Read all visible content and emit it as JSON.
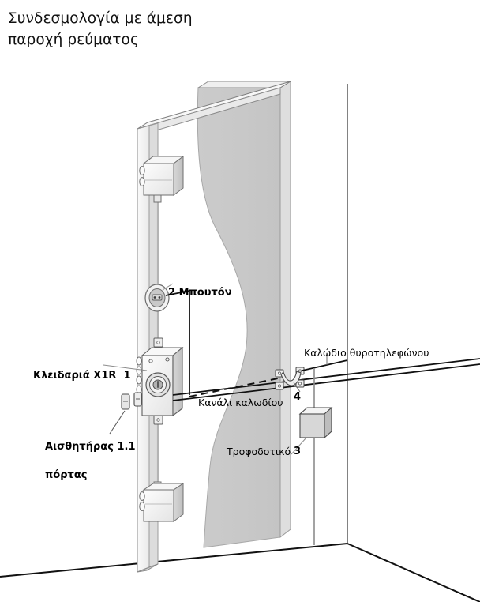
{
  "document": {
    "title_line1": "Συνδεσμολογία με άμεση",
    "title_line2": "παροχή ρεύματος",
    "title_full": "Συνδεσμολογία με άμεση\nπαροχή ρεύματος"
  },
  "diagram": {
    "caption_faint": "",
    "labels": [
      {
        "id": "lock",
        "text": "Κλειδαριά X1R",
        "number": "1",
        "bold": true,
        "position": "left"
      },
      {
        "id": "sensor",
        "text": "Αισθητήρας\nπόρτας",
        "number": "1.1",
        "bold": true,
        "position": "left"
      },
      {
        "id": "button",
        "text": "Μπουτόν",
        "number": "2",
        "bold": true,
        "position": "center"
      },
      {
        "id": "psu",
        "text": "Τροφοδοτικό",
        "number": "3",
        "bold": false,
        "position": "right"
      },
      {
        "id": "channel",
        "text": "Κανάλι καλωδίου",
        "number": "4",
        "bold": false,
        "position": "center"
      },
      {
        "id": "intercom",
        "text": "Καλώδιο θυροτηλεφώνου",
        "number": "",
        "bold": false,
        "position": "right"
      }
    ],
    "label_text": {
      "lock": "Κλειδαριά X1R",
      "lock_num": "1",
      "sensor": "Αισθητήρας",
      "sensor_line2": "πόρτας",
      "sensor_num": "1.1",
      "button": "Μπουτόν",
      "button_num": "2",
      "psu": "Τροφοδοτικό",
      "psu_num": "3",
      "channel": "Κανάλι καλωδίου",
      "channel_num": "4",
      "intercom": "Καλώδιο θυροτηλεφώνου"
    },
    "colors": {
      "door_panel": "#c9c9c9",
      "frame_face": "#f2f2f2",
      "frame_side": "#e2e2e2",
      "hardware_light": "#f4f4f4",
      "hardware_mid": "#dcdcdc",
      "hardware_dark": "#b9b9b9",
      "outline": "#4a4a4a",
      "wall_line": "#111111",
      "cable": "#2b2b2b",
      "background": "#ffffff"
    }
  }
}
